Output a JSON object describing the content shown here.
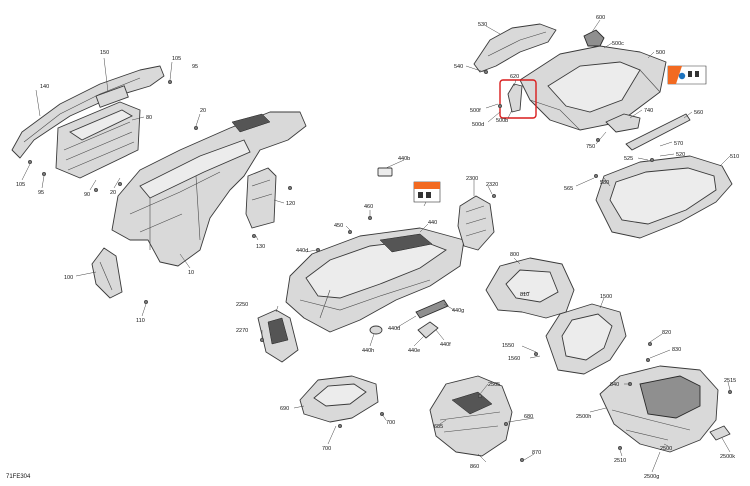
{
  "figure_id": "71FE304",
  "accent_colors": {
    "highlight": "#d91c1c",
    "decal_orange": "#f26a21",
    "decal_blue": "#1e73be"
  },
  "callouts": [
    {
      "id": "c150",
      "text": "150"
    },
    {
      "id": "c105a",
      "text": "105"
    },
    {
      "id": "c95a",
      "text": "95"
    },
    {
      "id": "c140",
      "text": "140"
    },
    {
      "id": "c80",
      "text": "80"
    },
    {
      "id": "c20a",
      "text": "20"
    },
    {
      "id": "c105b",
      "text": "105"
    },
    {
      "id": "c95b",
      "text": "95"
    },
    {
      "id": "c90",
      "text": "90"
    },
    {
      "id": "c20b",
      "text": "20"
    },
    {
      "id": "c120",
      "text": "120"
    },
    {
      "id": "c130",
      "text": "130"
    },
    {
      "id": "c10",
      "text": "10"
    },
    {
      "id": "c100",
      "text": "100"
    },
    {
      "id": "c110",
      "text": "110"
    },
    {
      "id": "c530",
      "text": "530"
    },
    {
      "id": "c600",
      "text": "600"
    },
    {
      "id": "c500c",
      "text": "500c"
    },
    {
      "id": "c540",
      "text": "540"
    },
    {
      "id": "c620",
      "text": "620"
    },
    {
      "id": "c500",
      "text": "500"
    },
    {
      "id": "c500f",
      "text": "500f"
    },
    {
      "id": "c500d",
      "text": "500d"
    },
    {
      "id": "c500b",
      "text": "500b"
    },
    {
      "id": "c740",
      "text": "740"
    },
    {
      "id": "c560",
      "text": "560"
    },
    {
      "id": "c750",
      "text": "750"
    },
    {
      "id": "c570",
      "text": "570"
    },
    {
      "id": "c525",
      "text": "525"
    },
    {
      "id": "c520",
      "text": "520"
    },
    {
      "id": "c510",
      "text": "510"
    },
    {
      "id": "c565",
      "text": "565"
    },
    {
      "id": "c580",
      "text": "580"
    },
    {
      "id": "c440b",
      "text": "440b"
    },
    {
      "id": "c2300",
      "text": "2300"
    },
    {
      "id": "c2320",
      "text": "2320"
    },
    {
      "id": "c460",
      "text": "460"
    },
    {
      "id": "c450",
      "text": "450"
    },
    {
      "id": "c440",
      "text": "440"
    },
    {
      "id": "c440d",
      "text": "440d"
    },
    {
      "id": "c800",
      "text": "800"
    },
    {
      "id": "c810",
      "text": "810"
    },
    {
      "id": "c1500",
      "text": "1500"
    },
    {
      "id": "c440g",
      "text": "440g"
    },
    {
      "id": "c440dd",
      "text": "440d"
    },
    {
      "id": "c2250",
      "text": "2250"
    },
    {
      "id": "c2270",
      "text": "2270"
    },
    {
      "id": "c440h",
      "text": "440h"
    },
    {
      "id": "c440e",
      "text": "440e"
    },
    {
      "id": "c440f",
      "text": "440f"
    },
    {
      "id": "c1550",
      "text": "1550"
    },
    {
      "id": "c1560",
      "text": "1560"
    },
    {
      "id": "c820",
      "text": "820"
    },
    {
      "id": "c830",
      "text": "830"
    },
    {
      "id": "c2515",
      "text": "2515"
    },
    {
      "id": "c840",
      "text": "840"
    },
    {
      "id": "c2505",
      "text": "2505"
    },
    {
      "id": "c690",
      "text": "690"
    },
    {
      "id": "c700a",
      "text": "700"
    },
    {
      "id": "c700b",
      "text": "700"
    },
    {
      "id": "c685",
      "text": "685"
    },
    {
      "id": "c680",
      "text": "680"
    },
    {
      "id": "c2500h",
      "text": "2500h"
    },
    {
      "id": "c870",
      "text": "870"
    },
    {
      "id": "c860",
      "text": "860"
    },
    {
      "id": "c2510",
      "text": "2510"
    },
    {
      "id": "c2500",
      "text": "2500"
    },
    {
      "id": "c2500g",
      "text": "2500g"
    },
    {
      "id": "c2500k",
      "text": "2500k"
    }
  ]
}
